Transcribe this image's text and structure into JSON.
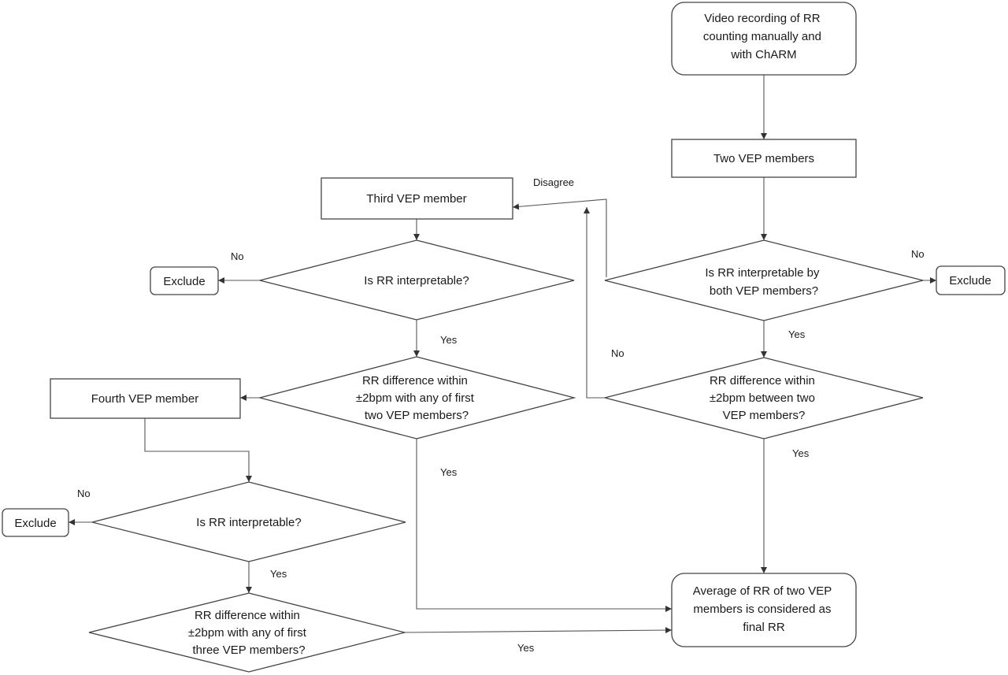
{
  "nodes": {
    "start": {
      "lines": [
        "Video recording of RR",
        "counting manually and",
        "with ChARM"
      ]
    },
    "two_vep": {
      "lines": [
        "Two VEP members"
      ]
    },
    "q_both": {
      "lines": [
        "Is RR interpretable by",
        "both VEP members?"
      ]
    },
    "exclude_right": {
      "lines": [
        "Exclude"
      ]
    },
    "q_diff_two": {
      "lines": [
        "RR difference within",
        "±2bpm between two",
        "VEP members?"
      ]
    },
    "third_vep": {
      "lines": [
        "Third VEP member"
      ]
    },
    "q_third": {
      "lines": [
        "Is RR interpretable?"
      ]
    },
    "exclude_mid": {
      "lines": [
        "Exclude"
      ]
    },
    "q_diff_third": {
      "lines": [
        "RR difference within",
        "±2bpm with any of first",
        "two VEP members?"
      ]
    },
    "fourth_vep": {
      "lines": [
        "Fourth VEP member"
      ]
    },
    "q_fourth": {
      "lines": [
        "Is RR interpretable?"
      ]
    },
    "exclude_left": {
      "lines": [
        "Exclude"
      ]
    },
    "q_diff_fourth": {
      "lines": [
        "RR difference within",
        "±2bpm with any of first",
        "three VEP members?"
      ]
    },
    "final": {
      "lines": [
        "Average of RR of two VEP",
        "members is considered as",
        "final RR"
      ]
    }
  },
  "edge_labels": {
    "disagree": "Disagree",
    "no_right": "No",
    "yes_both": "Yes",
    "no_diff_two": "No",
    "yes_diff_two": "Yes",
    "no_third": "No",
    "yes_third": "Yes",
    "yes_diff_third": "Yes",
    "no_fourth": "No",
    "yes_fourth": "Yes",
    "yes_diff_fourth": "Yes"
  },
  "colors": {
    "stroke": "#444444",
    "text": "#1a1a1a",
    "background": "#ffffff"
  }
}
